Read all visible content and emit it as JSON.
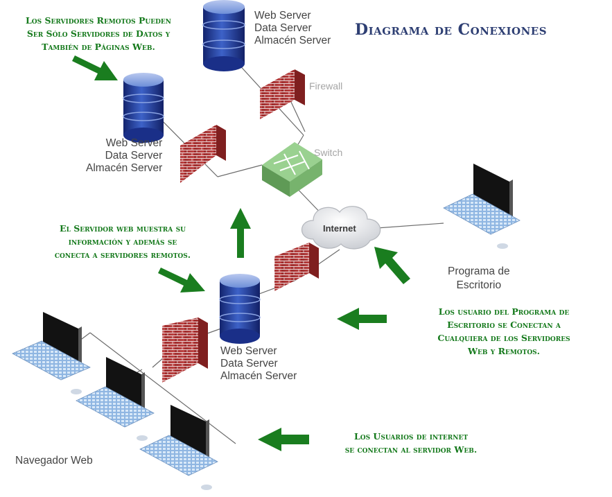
{
  "title": "Diagrama de Conexiones",
  "servers": [
    {
      "lines": [
        "Web Server",
        "Data Server",
        "Almacén Server"
      ]
    },
    {
      "lines": [
        "Web Server",
        "Data Server",
        "Almacén Server"
      ]
    },
    {
      "lines": [
        "Web Server",
        "Data Server",
        "Almacén Server"
      ]
    }
  ],
  "devices": {
    "firewall": "Firewall",
    "switch": "Switch",
    "internet": "Internet",
    "desktop_program": [
      "Programa de",
      "Escritorio"
    ],
    "web_browser": "Navegador Web"
  },
  "notes": {
    "remote_servers": [
      "Los Servidores Remotos Pueden",
      "Ser Sólo Servidores de Datos y",
      "También de Páginas Web."
    ],
    "web_server": [
      "El Servidor web muestra su",
      "información y además se",
      "conecta a servidores remotos."
    ],
    "desktop_users": [
      "Los usuario del Programa de",
      "Escritorio se Conectan a",
      "Cualquiera de los Servidores",
      "Web y Remotos."
    ],
    "internet_users": [
      "Los Usuarios de internet",
      "se conectan al servidor Web."
    ]
  },
  "colors": {
    "title": "#2e3f73",
    "notes": "#14791b",
    "arrows": "#1a7d1f",
    "server_body": "#1f3fa3",
    "firewall_brick": "#b33434",
    "switch_body": "#7fbf76",
    "monitor": "#111111",
    "keyboard": "#9cc3ea"
  },
  "icons": [
    "database-server-icon",
    "firewall-icon",
    "switch-icon",
    "internet-cloud-icon",
    "desktop-computer-icon",
    "arrow-icon"
  ]
}
